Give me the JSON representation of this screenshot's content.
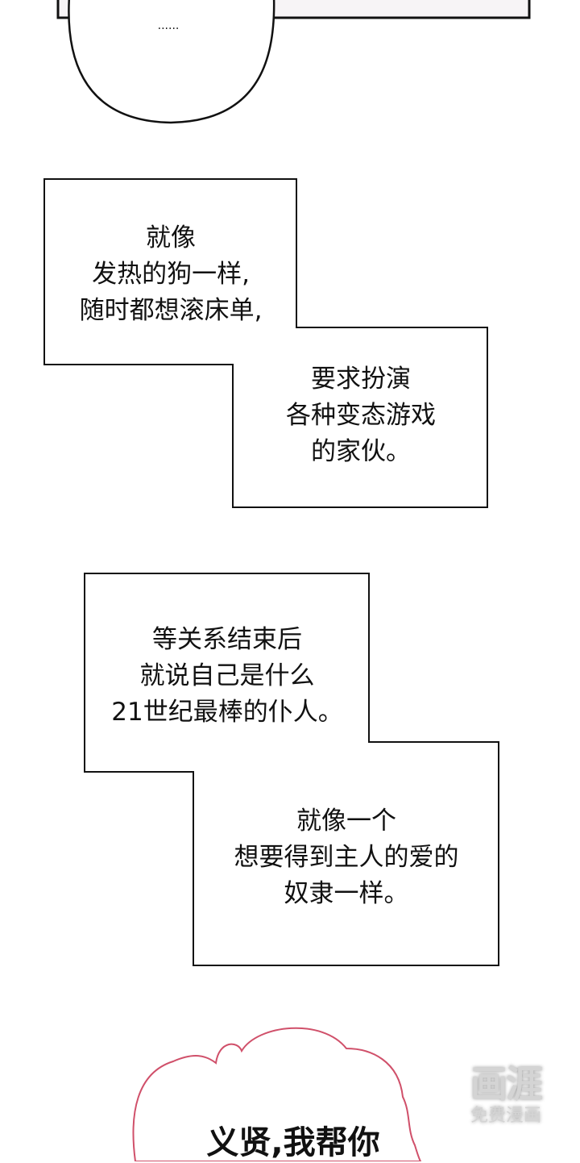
{
  "panel_top": {
    "bubble_text": "......"
  },
  "box1": {
    "upper_lines": [
      "就像",
      "发热的狗一样,",
      "随时都想滚床单,"
    ],
    "lower_lines": [
      "要求扮演",
      "各种变态游戏",
      "的家伙。"
    ]
  },
  "box2": {
    "upper_lines": [
      "等关系结束后",
      "就说自己是什么",
      "21世纪最棒的仆人。"
    ],
    "lower_lines": [
      "就像一个",
      "想要得到主人的爱的",
      "奴隶一样。"
    ]
  },
  "cloud_bubble": {
    "text": "义贤,我帮你",
    "border_color": "#d0506a"
  },
  "watermark": {
    "logo": "画涯",
    "subtitle": "免费漫画"
  }
}
